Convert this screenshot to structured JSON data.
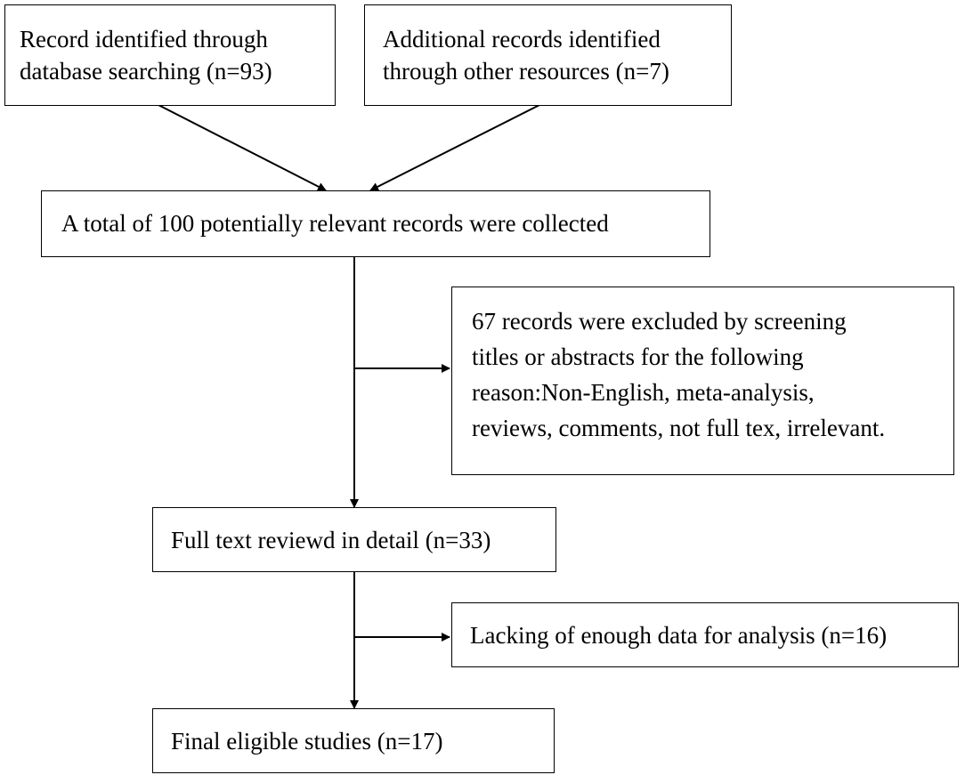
{
  "boxes": {
    "database": {
      "lines": [
        "Record identified through",
        "database searching (n=93)"
      ]
    },
    "other": {
      "lines": [
        "Additional records identified",
        "through other resources (n=7)"
      ]
    },
    "total": {
      "lines": [
        "A total of 100 potentially relevant records were collected"
      ]
    },
    "excluded": {
      "lines": [
        "67 records were excluded by screening",
        "titles or abstracts for the following",
        "reason:Non-English, meta-analysis,",
        "reviews, comments, not full tex, irrelevant."
      ]
    },
    "fulltext": {
      "lines": [
        "Full text reviewd in detail (n=33)"
      ]
    },
    "lacking": {
      "lines": [
        "Lacking of enough data for analysis (n=16)"
      ]
    },
    "final": {
      "lines": [
        "Final eligible studies (n=17)"
      ]
    }
  }
}
